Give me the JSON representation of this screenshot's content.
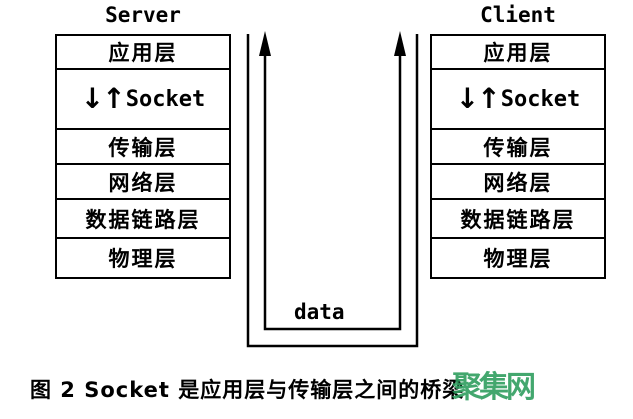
{
  "diagram": {
    "server": {
      "title": "Server",
      "rows": [
        "应用层",
        "传输层",
        "网络层",
        "数据链路层",
        "物理层"
      ]
    },
    "client": {
      "title": "Client",
      "rows": [
        "应用层",
        "传输层",
        "网络层",
        "数据链路层",
        "物理层"
      ]
    },
    "socket": {
      "arrows": "↓↑",
      "label": "Socket"
    },
    "data_label": "data",
    "caption": "图 2  Socket 是应用层与传输层之间的桥梁",
    "watermark": "聚集网",
    "colors": {
      "line": "#000000",
      "text": "#000000",
      "watermark": "#2f9e5f",
      "background": "#ffffff"
    }
  }
}
